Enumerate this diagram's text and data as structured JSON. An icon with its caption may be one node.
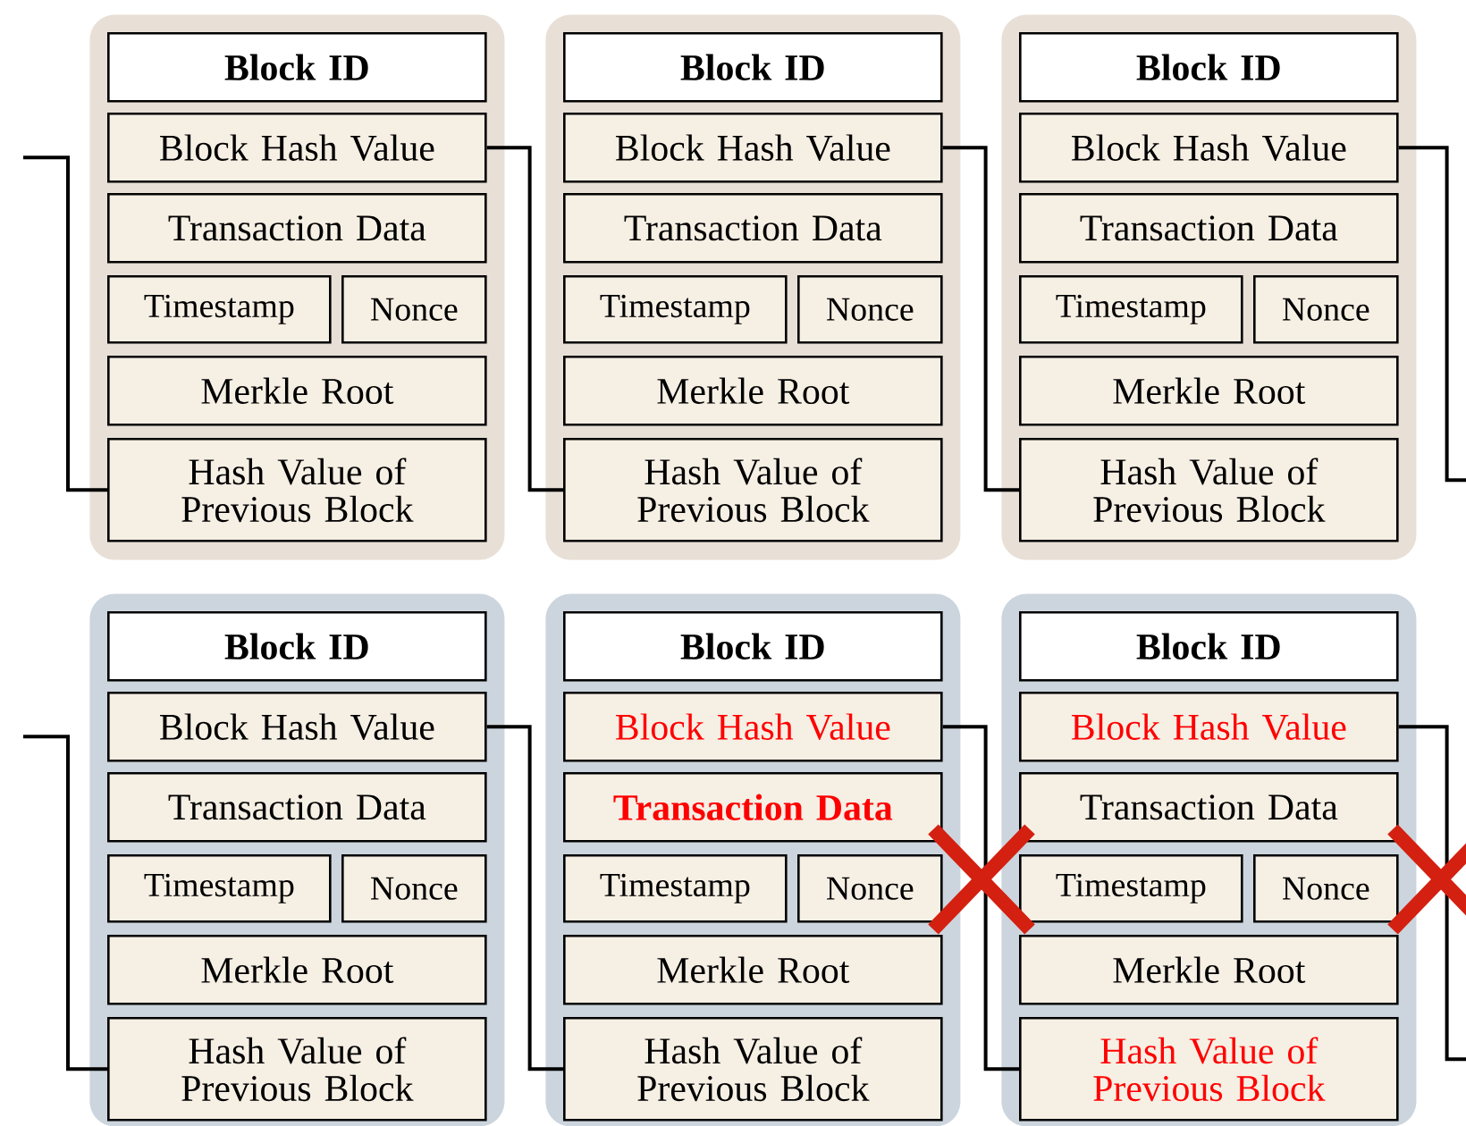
{
  "diagram": {
    "nodes": [
      {
        "text": [],
        "shape": "box"
      },
      {
        "text": [
          "Block ID"
        ],
        "in": 0
      },
      {
        "text": [
          "Block Hash Value"
        ],
        "in": 0
      },
      {
        "text": [
          "Transaction Data"
        ],
        "in": 0
      },
      {
        "text": [
          "Timestamp"
        ],
        "in": 0
      },
      {
        "text": [
          "Nonce"
        ],
        "in": 0
      },
      {
        "text": [
          "Merkle Root"
        ],
        "in": 0
      },
      {
        "text": [
          "Hash Value of Previous Block"
        ],
        "in": 0
      },
      {
        "text": [],
        "shape": "box"
      },
      {
        "text": [
          "Block ID"
        ],
        "in": 8
      },
      {
        "text": [
          "Block Hash Value"
        ],
        "in": 8
      },
      {
        "text": [
          "Transaction Data"
        ],
        "in": 8
      },
      {
        "text": [
          "Timestamp"
        ],
        "in": 8
      },
      {
        "text": [
          "Nonce"
        ],
        "in": 8
      },
      {
        "text": [
          "Merkle Root"
        ],
        "in": 8
      },
      {
        "text": [
          "Hash Value of Previous Block"
        ],
        "in": 8
      },
      {
        "text": [],
        "shape": "box"
      },
      {
        "text": [
          "Block ID"
        ],
        "in": 16
      },
      {
        "text": [
          "Block Hash Value"
        ],
        "in": 16
      },
      {
        "text": [
          "Transaction Data"
        ],
        "in": 16
      },
      {
        "text": [
          "Timestamp"
        ],
        "in": 16
      },
      {
        "text": [
          "Nonce"
        ],
        "in": 16
      },
      {
        "text": [
          "Merkle Root"
        ],
        "in": 16
      },
      {
        "text": [
          "Hash Value of Previous Block"
        ],
        "in": 16
      },
      {
        "text": [],
        "shape": "box"
      },
      {
        "text": [
          "Block ID"
        ],
        "in": 24
      },
      {
        "text": [
          "Block Hash Value"
        ],
        "in": 24
      },
      {
        "text": [
          "Transaction Data"
        ],
        "in": 24
      },
      {
        "text": [
          "Timestamp"
        ],
        "in": 24
      },
      {
        "text": [
          "Nonce"
        ],
        "in": 24
      },
      {
        "text": [
          "Merkle Root"
        ],
        "in": 24
      },
      {
        "text": [
          "Hash Value of Previous Block"
        ],
        "in": 24
      },
      {
        "text": [],
        "shape": "box"
      },
      {
        "text": [
          "Block ID"
        ],
        "in": 32
      },
      {
        "text": [
          "Block Hash Value"
        ],
        "in": 32
      },
      {
        "text": [
          "Transaction Data"
        ],
        "in": 32
      },
      {
        "text": [
          "Timestamp"
        ],
        "in": 32
      },
      {
        "text": [
          "Nonce"
        ],
        "in": 32
      },
      {
        "text": [
          "Merkle Root"
        ],
        "in": 32
      },
      {
        "text": [
          "Hash Value of Previous Block"
        ],
        "in": 32
      },
      {
        "text": [],
        "shape": "box"
      },
      {
        "text": [
          "Block ID"
        ],
        "in": 40
      },
      {
        "text": [
          "Block Hash Value"
        ],
        "in": 40
      },
      {
        "text": [
          "Transaction Data"
        ],
        "in": 40
      },
      {
        "text": [
          "Timestamp"
        ],
        "in": 40
      },
      {
        "text": [
          "Nonce"
        ],
        "in": 40
      },
      {
        "text": [
          "Merkle Root"
        ],
        "in": 40
      },
      {
        "text": [
          "Hash Value of Previous Block"
        ],
        "in": 40
      }
    ],
    "edges": [
      {
        "from": null,
        "to": 7,
        "arrow": "none"
      },
      {
        "from": 2,
        "to": 15,
        "arrow": "none"
      },
      {
        "from": 10,
        "to": 23,
        "arrow": "none"
      },
      {
        "from": 18,
        "to": null,
        "arrow": "none"
      },
      {
        "from": null,
        "to": 31,
        "arrow": "none"
      },
      {
        "from": 26,
        "to": 39,
        "arrow": "none"
      },
      {
        "from": 34,
        "to": 47,
        "arrow": "none"
      },
      {
        "from": 42,
        "to": null,
        "arrow": "none"
      }
    ]
  }
}
